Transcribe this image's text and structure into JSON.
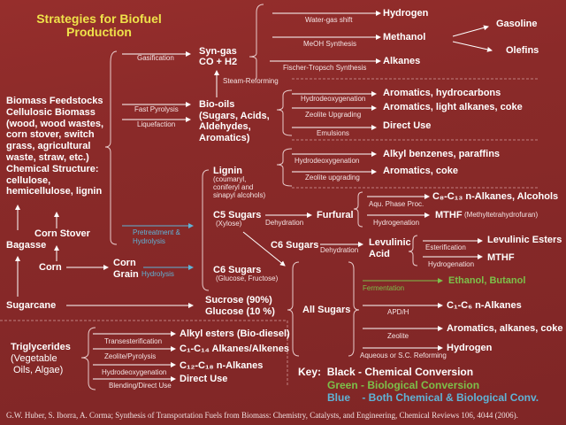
{
  "title": [
    "Strategies for Biofuel",
    "Production"
  ],
  "feedstock": {
    "lines": [
      "Biomass Feedstocks",
      "Cellulosic Biomass",
      "(wood, wood wastes,",
      "corn stover, switch",
      "grass, agricultural",
      "waste, straw, etc.)",
      "Chemical Structure:",
      "cellulose,",
      "hemicellulose, lignin"
    ]
  },
  "sources": {
    "bagasse": "Bagasse",
    "corn_stover": "Corn Stover",
    "corn": "Corn",
    "corn_grain": [
      "Corn",
      "Grain"
    ],
    "sugarcane": "Sugarcane"
  },
  "processes": {
    "gasification": "Gasification",
    "fast_pyrolysis": "Fast Pyrolysis",
    "liquefaction": "Liquefaction",
    "steam_reforming": "Steam-Reforming",
    "pretreatment": [
      "Pretreatment &",
      "Hydrolysis"
    ],
    "hydrolysis": "Hydrolysis"
  },
  "intermediates": {
    "syngas": [
      "Syn-gas",
      "CO + H2"
    ],
    "biooils": [
      "Bio-oils",
      "(Sugars, Acids,",
      "Aldehydes,",
      "Aromatics)"
    ],
    "lignin": [
      "Lignin",
      "(coumaryl,",
      "coniferyl and",
      "sinapyl alcohols)"
    ],
    "c5": [
      "C5 Sugars",
      "(Xylose)"
    ],
    "c6": [
      "C6 Sugars",
      "(Glucose, Fructose)"
    ],
    "sucrose": [
      "Sucrose (90%)",
      "Glucose (10 %)"
    ],
    "furfural": "Furfural",
    "c6b": "C6 Sugars",
    "levulinic": [
      "Levulinic",
      "Acid"
    ],
    "all_sugars": "All Sugars",
    "triglycerides": [
      "Triglycerides",
      "(Vegetable",
      "Oils, Algae)"
    ]
  },
  "syngas_products": [
    {
      "process": "Water-gas shift",
      "product": "Hydrogen"
    },
    {
      "process": "MeOH Synthesis",
      "product": "Methanol"
    },
    {
      "process": "Fischer-Tropsch Synthesis",
      "product": "Alkanes"
    }
  ],
  "methanol_products": [
    "Gasoline",
    "Olefins"
  ],
  "biooil_products": [
    {
      "process": "Hydrodeoxygenation",
      "product": "Aromatics, hydrocarbons"
    },
    {
      "process": "Zeolite Upgrading",
      "product": "Aromatics, light alkanes, coke"
    },
    {
      "process": "Emulsions",
      "product": "Direct Use"
    }
  ],
  "lignin_products": [
    {
      "process": "Hydrodeoxygenation",
      "product": "Alkyl benzenes, paraffins"
    },
    {
      "process": "Zeolite upgrading",
      "product": "Aromatics, coke"
    }
  ],
  "furfural_products": [
    {
      "process": "Aqu. Phase Proc.",
      "product": "C₈-C₁₃ n-Alkanes, Alcohols"
    },
    {
      "process": "Hydrogenation",
      "product": "MTHF",
      "note": "(Methyltetrahydrofuran)"
    }
  ],
  "c5_process": "Dehydration",
  "c6_process": "Dehydration",
  "levulinic_products": [
    {
      "process": "Esterification",
      "product": "Levulinic Esters"
    },
    {
      "process": "Hydrogenation",
      "product": "MTHF"
    }
  ],
  "sugar_products": [
    {
      "process": "Fermentation",
      "product": "Ethanol, Butanol"
    },
    {
      "process": "APD/H",
      "product": "C₁-C₆ n-Alkanes"
    },
    {
      "process": "Zeolite",
      "product": "Aromatics, alkanes, coke"
    },
    {
      "process": "Aqueous or S.C. Reforming",
      "product": "Hydrogen"
    }
  ],
  "triglyceride_products": [
    {
      "process": "Transesterification",
      "product": "Alkyl esters (Bio-diesel)"
    },
    {
      "process": "Zeolite/Pyrolysis",
      "product": "C₁-C₁₄ Alkanes/Alkenes"
    },
    {
      "process": "Hydrodeoxygenation",
      "product": "C₁₂-C₁₈ n-Alkanes"
    },
    {
      "process": "Blending/Direct Use",
      "product": "Direct Use"
    }
  ],
  "key": {
    "label": "Key:",
    "black": "Black - Chemical Conversion",
    "green": "Green - Biological Conversion",
    "blue": "Blue    - Both Chemical & Biological Conv."
  },
  "citation": "G.W. Huber, S. Iborra, A. Corma; Synthesis of Transportation Fuels from Biomass: Chemistry, Catalysts, and Engineering, Chemical Reviews 106, 4044 (2006).",
  "colors": {
    "background": "#8a2a29",
    "title": "#efe24a",
    "green": "#7cc04a",
    "blue": "#5fb3d6"
  }
}
